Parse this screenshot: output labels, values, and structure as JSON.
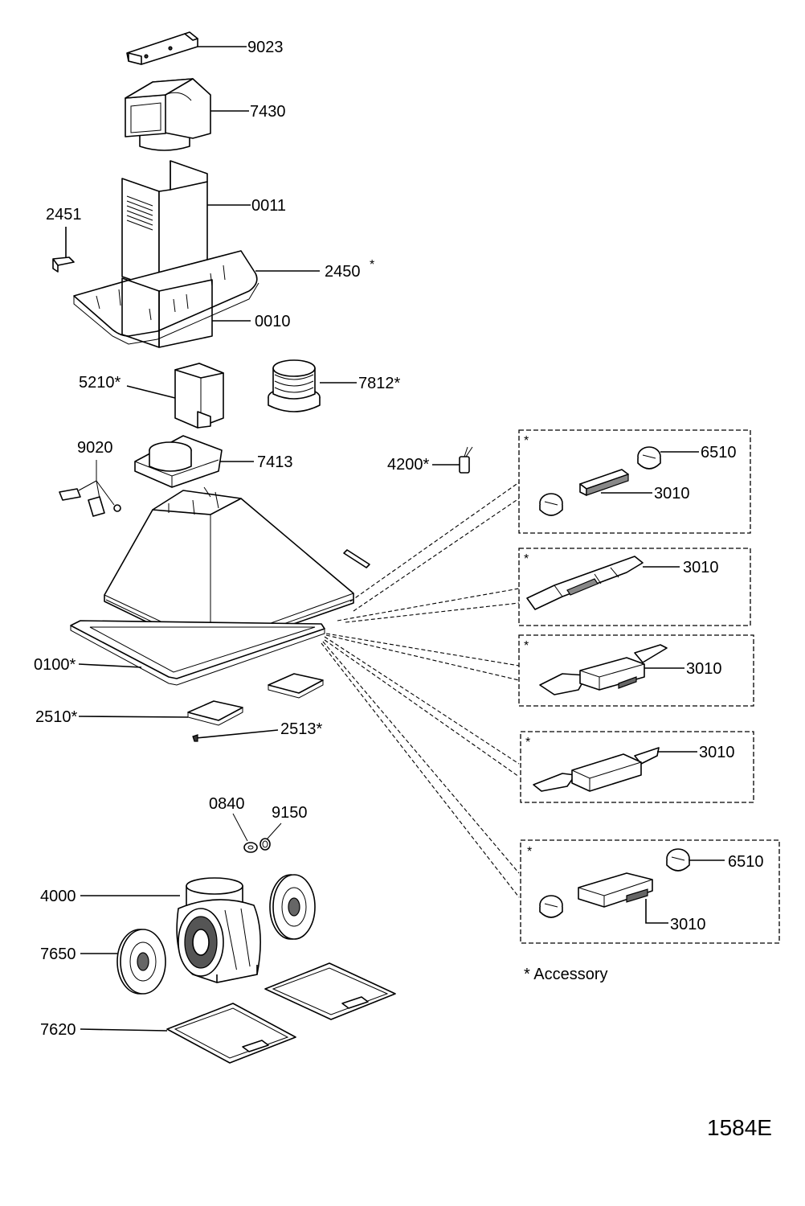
{
  "diagram": {
    "labels": {
      "p9023": "9023",
      "p7430": "7430",
      "p0011": "0011",
      "p2451": "2451",
      "p2450": "2450",
      "p2450_star": "*",
      "p0010": "0010",
      "p5210": "5210*",
      "p7812": "7812*",
      "p9020": "9020",
      "p7413": "7413",
      "p4200": "4200*",
      "p0100": "0100*",
      "p2510": "2510*",
      "p2513": "2513*",
      "p0840": "0840",
      "p9150": "9150",
      "p4000": "4000",
      "p7650": "7650",
      "p7620": "7620"
    },
    "control_boxes": [
      {
        "star": "*",
        "labels": [
          "6510",
          "3010"
        ]
      },
      {
        "star": "*",
        "labels": [
          "3010"
        ]
      },
      {
        "star": "*",
        "labels": [
          "3010"
        ]
      },
      {
        "star": "*",
        "labels": [
          "3010"
        ]
      },
      {
        "star": "*",
        "labels": [
          "6510",
          "3010"
        ]
      }
    ],
    "accessory_note": "* Accessory",
    "drawing_code": "1584E"
  }
}
